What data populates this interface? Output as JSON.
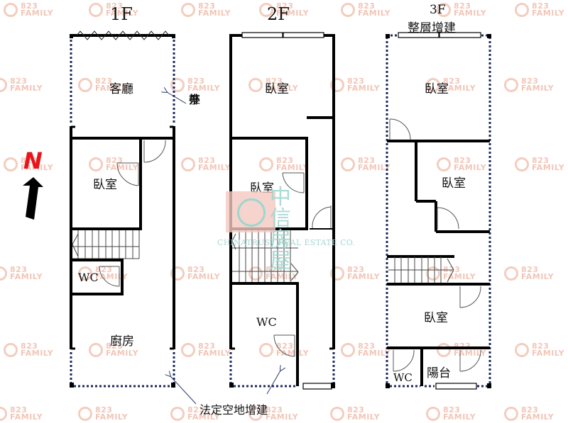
{
  "floors": [
    {
      "id": "1F",
      "title": "1F",
      "rooms": [
        {
          "name": "living-room",
          "label": "客廳"
        },
        {
          "name": "bedroom",
          "label": "臥室"
        },
        {
          "name": "wc",
          "label": "WC"
        },
        {
          "name": "kitchen",
          "label": "廚房"
        }
      ],
      "annotation": {
        "label": "亭外推",
        "chars": [
          "亭",
          "外",
          "推"
        ]
      }
    },
    {
      "id": "2F",
      "title": "2F",
      "rooms": [
        {
          "name": "bedroom-front",
          "label": "臥室"
        },
        {
          "name": "bedroom-middle",
          "label": "臥室"
        },
        {
          "name": "wc",
          "label": "WC"
        }
      ]
    },
    {
      "id": "3F",
      "title": "3F",
      "subtitle": "整層增建",
      "rooms": [
        {
          "name": "bedroom-front",
          "label": "臥室"
        },
        {
          "name": "bedroom-middle",
          "label": "臥室"
        },
        {
          "name": "bedroom-rear",
          "label": "臥室"
        },
        {
          "name": "wc",
          "label": "WC"
        },
        {
          "name": "balcony",
          "label": "陽台"
        }
      ]
    }
  ],
  "annotations": {
    "legal_open_space": "法定空地增建"
  },
  "compass": {
    "label": "N",
    "color": "#e8141a"
  },
  "watermark": {
    "line1": "823",
    "line2": "FAMILY",
    "color": "#f1c6b8"
  },
  "logo": {
    "chinese": "中信房屋",
    "chars": [
      "中",
      "信房屋"
    ],
    "english": "CHINATRUST REAL ESTATE CO.",
    "color": "#9ed6d0"
  },
  "colors": {
    "wall": "#000000",
    "dotted": "#1c2a5c",
    "thin": "#555555"
  }
}
